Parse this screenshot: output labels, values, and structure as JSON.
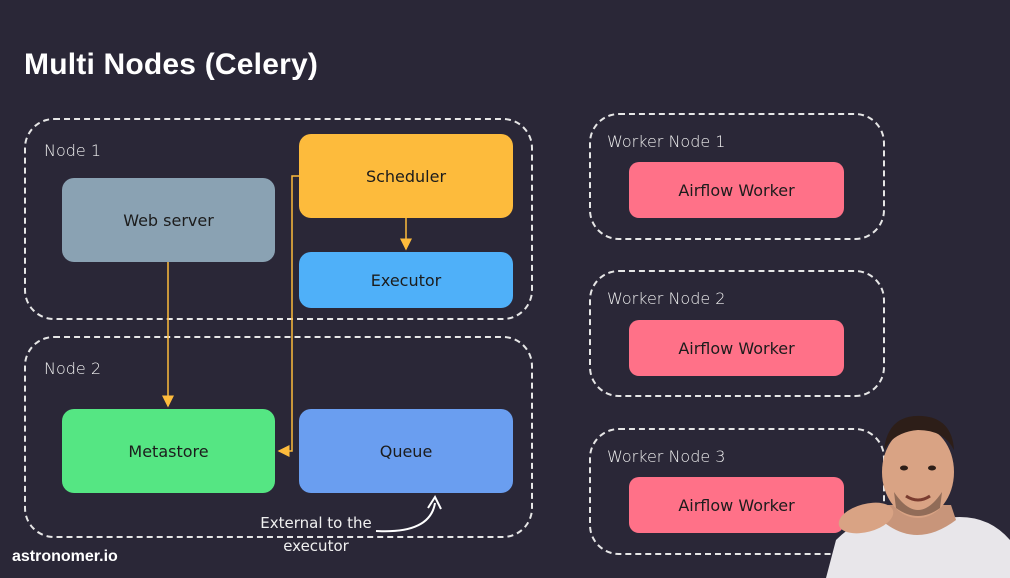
{
  "slide": {
    "title": "Multi Nodes (Celery)",
    "brand": "astronomer.io"
  },
  "node1": {
    "label": "Node 1"
  },
  "node2": {
    "label": "Node 2"
  },
  "components": {
    "webserver": "Web server",
    "scheduler": "Scheduler",
    "executor": "Executor",
    "metastore": "Metastore",
    "queue": "Queue"
  },
  "workers": [
    {
      "label": "Worker Node 1",
      "worker": "Airflow Worker"
    },
    {
      "label": "Worker Node 2",
      "worker": "Airflow Worker"
    },
    {
      "label": "Worker Node 3",
      "worker": "Airflow Worker"
    }
  ],
  "annotation": {
    "line1": "External to the",
    "line2": "executor"
  },
  "colors": {
    "background": "#2a2737",
    "webserver": "#8aa2b3",
    "scheduler": "#fdbb3c",
    "executor": "#4fb0f9",
    "metastore": "#55e683",
    "queue": "#6a9ef0",
    "worker": "#ff7188",
    "arrow": "#fdbb3c"
  }
}
